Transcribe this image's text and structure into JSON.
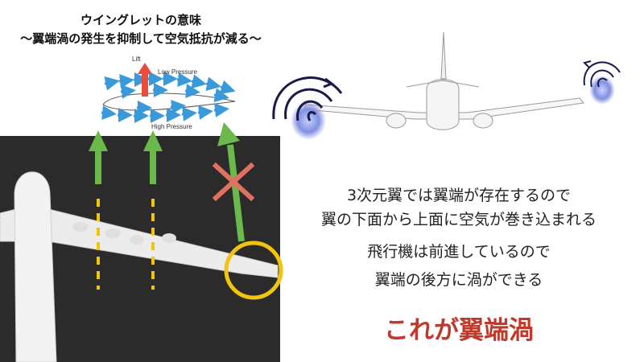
{
  "slide": {
    "title_line1": "ウイングレットの意味",
    "title_line2": "〜翼端渦の発生を抑制して空気抵抗が減る〜",
    "diagram": {
      "lift_label": "Lift",
      "low_pressure_label": "Low Pressure",
      "high_pressure_label": "High Pressure"
    },
    "text_line1": "3次元翼では翼端が存在するので",
    "text_line2": "翼の下面から上面に空気が巻き込まれる",
    "text_line3": "飛行機は前進しているので",
    "text_line4": "翼端の後方に渦ができる",
    "conclusion": "これが翼端渦"
  },
  "colors": {
    "flow_arrow": "#3a9ad9",
    "lift_arrow": "#e74c3c",
    "green_arrow": "#6ab94a",
    "cross_mark": "#e07060",
    "highlight_circle": "#f1c40f",
    "dashed_line": "#f1c40f",
    "vortex": "#1a1a4a",
    "vortex_glow": "#8090e0",
    "conclusion_text": "#c0392b"
  }
}
